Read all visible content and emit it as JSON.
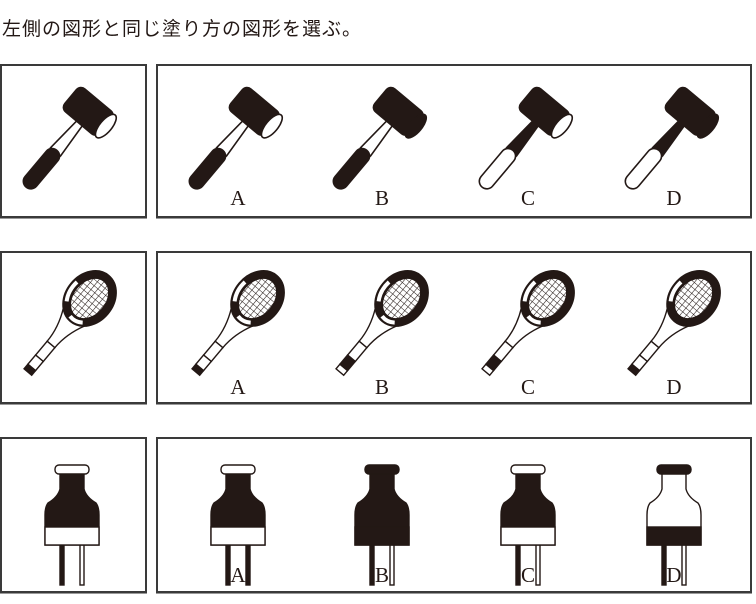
{
  "instruction": "左側の図形と同じ塗り方の図形を選ぶ。",
  "colors": {
    "ink": "#231815",
    "paper": "#ffffff"
  },
  "questions": [
    {
      "figure": "hammer",
      "reference": {
        "head": "black",
        "face": "white",
        "neck": "white",
        "grip": "black"
      },
      "options": [
        {
          "label": "A",
          "fills": {
            "head": "black",
            "face": "white",
            "neck": "white",
            "grip": "black"
          }
        },
        {
          "label": "B",
          "fills": {
            "head": "black",
            "face": "black",
            "neck": "white",
            "grip": "black"
          }
        },
        {
          "label": "C",
          "fills": {
            "head": "black",
            "face": "white",
            "neck": "black",
            "grip": "white"
          }
        },
        {
          "label": "D",
          "fills": {
            "head": "black",
            "face": "black",
            "neck": "black",
            "grip": "white"
          }
        }
      ]
    },
    {
      "figure": "racket",
      "reference": {
        "frame_left": "white",
        "frame_bottom": "white",
        "grip": "white",
        "butt": "black"
      },
      "options": [
        {
          "label": "A",
          "fills": {
            "frame_left": "white",
            "frame_bottom": "white",
            "grip": "white",
            "butt": "black"
          }
        },
        {
          "label": "B",
          "fills": {
            "frame_left": "white",
            "frame_bottom": "white",
            "grip": "black",
            "butt": "white"
          }
        },
        {
          "label": "C",
          "fills": {
            "frame_left": "white",
            "frame_bottom": "white",
            "grip": "black",
            "butt": "white"
          }
        },
        {
          "label": "D",
          "fills": {
            "frame_left": "white",
            "frame_bottom": "black",
            "grip": "white",
            "butt": "black"
          }
        }
      ]
    },
    {
      "figure": "plug",
      "reference": {
        "cap": "white",
        "body": "black",
        "band": "white",
        "pin_left": "black",
        "pin_right": "white"
      },
      "options": [
        {
          "label": "A",
          "fills": {
            "cap": "white",
            "body": "black",
            "band": "white",
            "pin_left": "black",
            "pin_right": "black"
          }
        },
        {
          "label": "B",
          "fills": {
            "cap": "black",
            "body": "black",
            "band": "black",
            "pin_left": "black",
            "pin_right": "white"
          }
        },
        {
          "label": "C",
          "fills": {
            "cap": "white",
            "body": "black",
            "band": "white",
            "pin_left": "black",
            "pin_right": "white"
          }
        },
        {
          "label": "D",
          "fills": {
            "cap": "black",
            "body": "white",
            "band": "black",
            "pin_left": "black",
            "pin_right": "white"
          }
        }
      ]
    }
  ]
}
